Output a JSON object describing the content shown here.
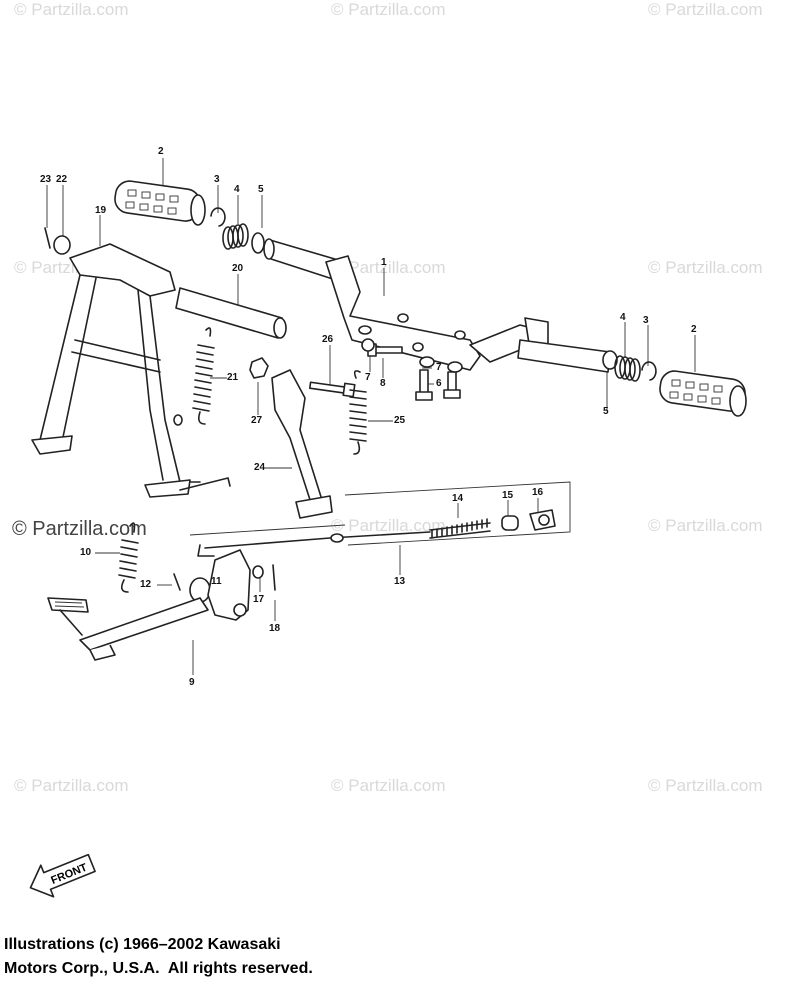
{
  "watermarks": [
    {
      "id": "wm-top-1",
      "text": "© Partzilla.com"
    },
    {
      "id": "wm-top-2",
      "text": "© Partzilla.com"
    },
    {
      "id": "wm-top-3",
      "text": "© Partzilla.com"
    },
    {
      "id": "wm-mid-1",
      "text": "© Partzilla.com"
    },
    {
      "id": "wm-mid-2",
      "text": "© Partzilla.com"
    },
    {
      "id": "wm-mid-3",
      "text": "© Partzilla.com"
    },
    {
      "id": "wm-low-1",
      "text": "© Partzilla.com"
    },
    {
      "id": "wm-low-2",
      "text": "© Partzilla.com"
    },
    {
      "id": "wm-low-3",
      "text": "© Partzilla.com"
    },
    {
      "id": "wm-bot-1",
      "text": "© Partzilla.com"
    },
    {
      "id": "wm-bot-2",
      "text": "© Partzilla.com"
    },
    {
      "id": "wm-bot-3",
      "text": "© Partzilla.com"
    }
  ],
  "callouts": [
    "23",
    "22",
    "2",
    "3",
    "4",
    "5",
    "19",
    "20",
    "1",
    "26",
    "7",
    "8",
    "7",
    "6",
    "4",
    "3",
    "2",
    "5",
    "21",
    "27",
    "25",
    "24",
    "14",
    "15",
    "16",
    "10",
    "12",
    "11",
    "17",
    "13",
    "18",
    "9"
  ],
  "front_label": "FRONT",
  "copyright": {
    "line1": "Illustrations (c) 1966–2002 Kawasaki",
    "line2": "Motors Corp., U.S.A.  All rights reserved."
  }
}
